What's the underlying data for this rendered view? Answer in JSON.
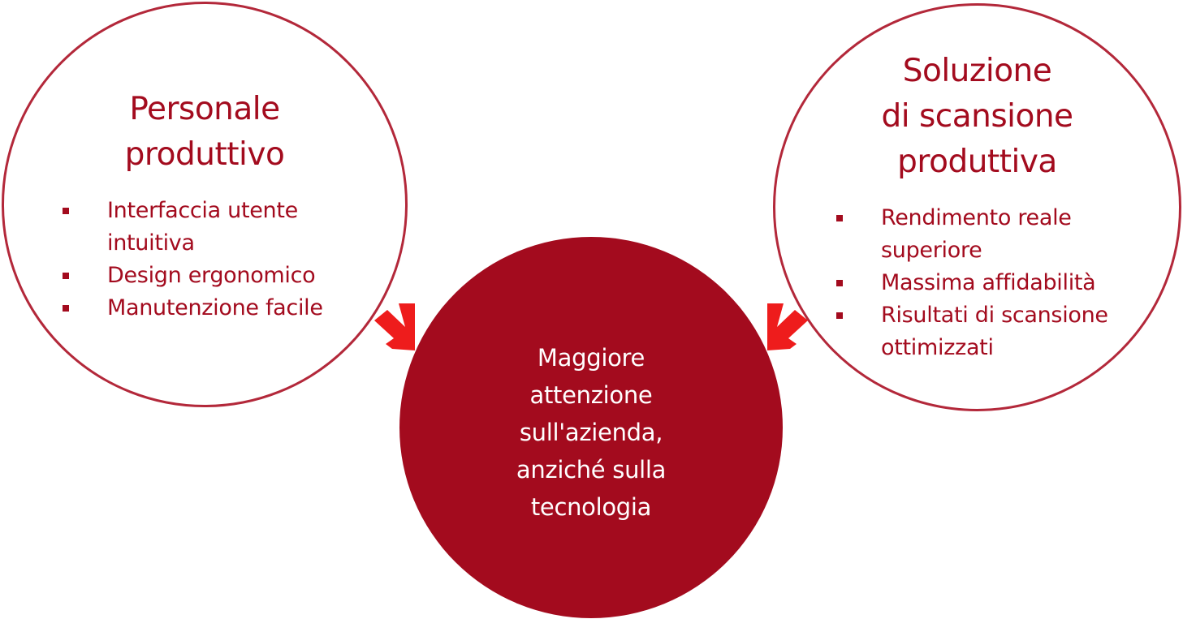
{
  "left_circle": {
    "title_lines": [
      "Personale",
      "produttivo"
    ],
    "bullets": [
      "Interfaccia utente intuitiva",
      "Design ergonomico",
      "Manutenzione facile"
    ]
  },
  "right_circle": {
    "title_lines": [
      "Soluzione",
      "di scansione",
      "produttiva"
    ],
    "bullets": [
      "Rendimento reale superiore",
      "Massima affidabilità",
      "Risultati di scansione ottimizzati"
    ]
  },
  "center_circle": {
    "text_lines": [
      "Maggiore",
      "attenzione",
      "sull'azienda,",
      "anziché sulla",
      "tecnologia"
    ]
  },
  "colors": {
    "primary_red": "#a30b1e",
    "outline_red": "#b3283a",
    "arrow_red": "#ee1c1c",
    "text_on_red": "#ffffff"
  },
  "icons": {
    "arrow_left": "arrow-down-right-icon",
    "arrow_right": "arrow-down-left-icon",
    "bullet": "square-bullet-icon"
  }
}
